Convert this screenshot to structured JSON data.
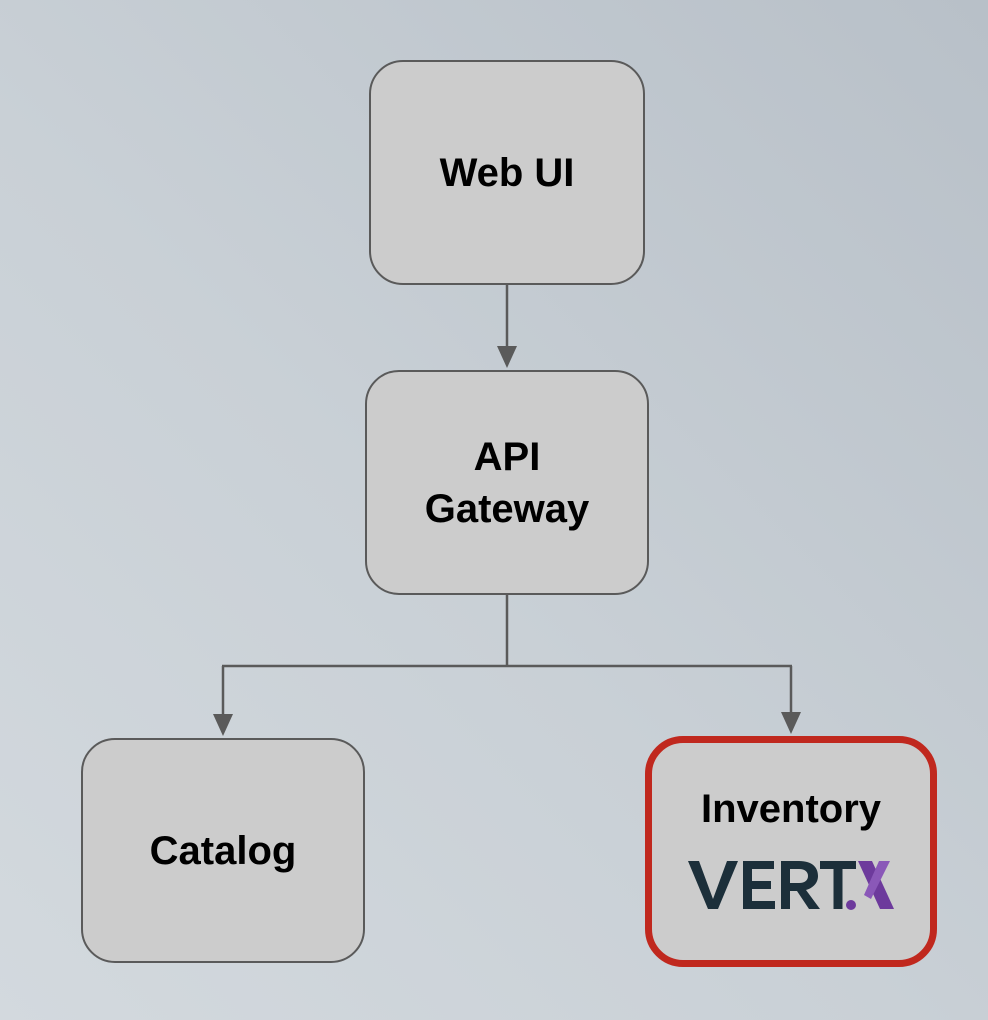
{
  "nodes": {
    "web_ui": {
      "label": "Web UI"
    },
    "api_gateway": {
      "label_line1": "API",
      "label_line2": "Gateway"
    },
    "catalog": {
      "label": "Catalog"
    },
    "inventory": {
      "label": "Inventory",
      "logo_text": "VERT.X",
      "logo_icon": "vertx-logo"
    }
  },
  "edges": [
    {
      "from": "Web UI",
      "to": "API Gateway"
    },
    {
      "from": "API Gateway",
      "to": "Catalog"
    },
    {
      "from": "API Gateway",
      "to": "Inventory"
    }
  ],
  "colors": {
    "node_fill": "#cccccc",
    "node_border": "#5a5a5a",
    "highlight_border": "#c0281e",
    "connector": "#5a5a5a",
    "vertx_dark": "#1c2f3a",
    "vertx_purple": "#6d3a9c"
  }
}
